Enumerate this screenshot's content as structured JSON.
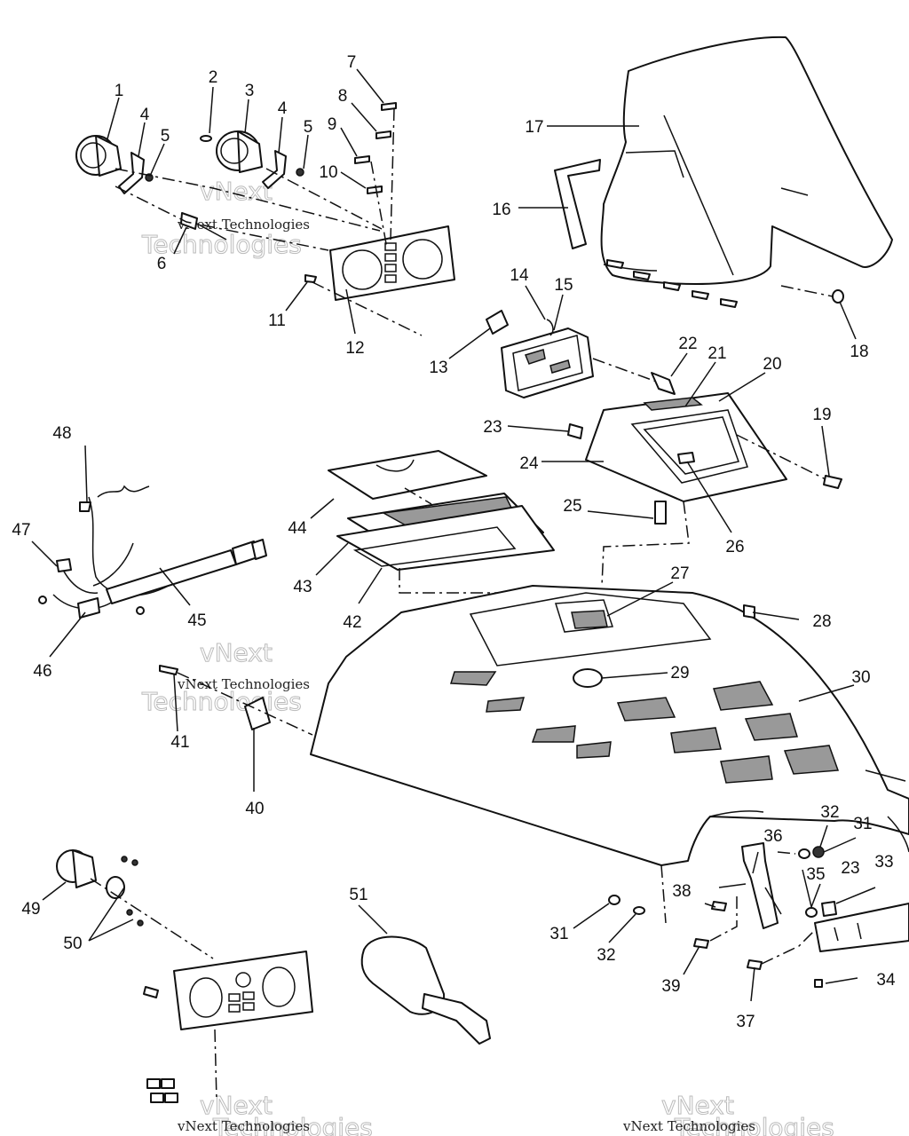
{
  "diagram": {
    "watermark_text": "vNext Technologies",
    "watermark_big_1": "vNext",
    "watermark_big_2": "Technologies",
    "callouts": [
      "1",
      "2",
      "3",
      "4",
      "4",
      "5",
      "5",
      "6",
      "7",
      "8",
      "9",
      "10",
      "11",
      "12",
      "13",
      "14",
      "15",
      "16",
      "17",
      "18",
      "19",
      "20",
      "21",
      "22",
      "23",
      "23",
      "24",
      "25",
      "26",
      "27",
      "28",
      "29",
      "30",
      "31",
      "31",
      "32",
      "32",
      "33",
      "34",
      "35",
      "36",
      "37",
      "38",
      "39",
      "40",
      "41",
      "42",
      "43",
      "44",
      "45",
      "46",
      "47",
      "48",
      "49",
      "50",
      "51"
    ]
  }
}
